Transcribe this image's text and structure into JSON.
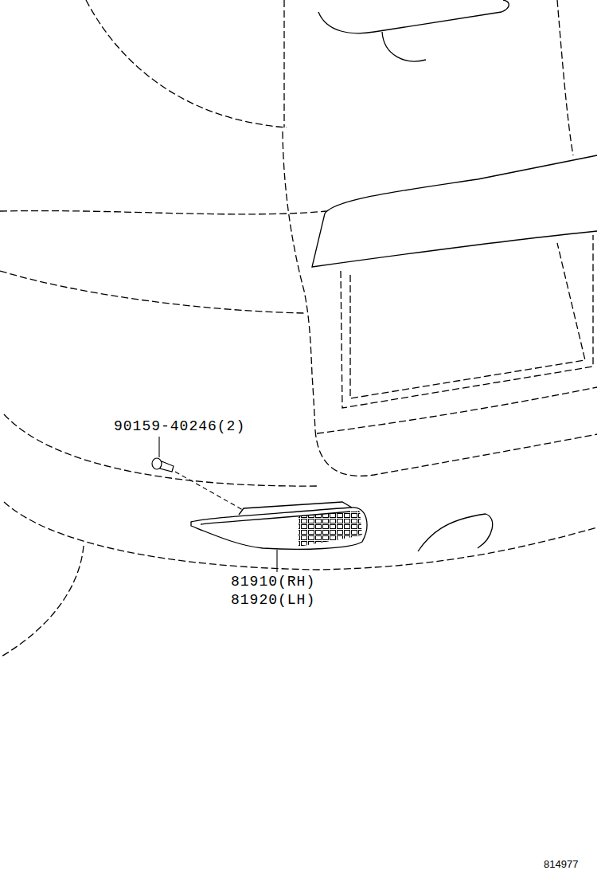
{
  "diagram": {
    "labels": [
      "90159-40246(2)",
      "81910(RH)",
      "81920(LH)",
      "814977"
    ]
  }
}
